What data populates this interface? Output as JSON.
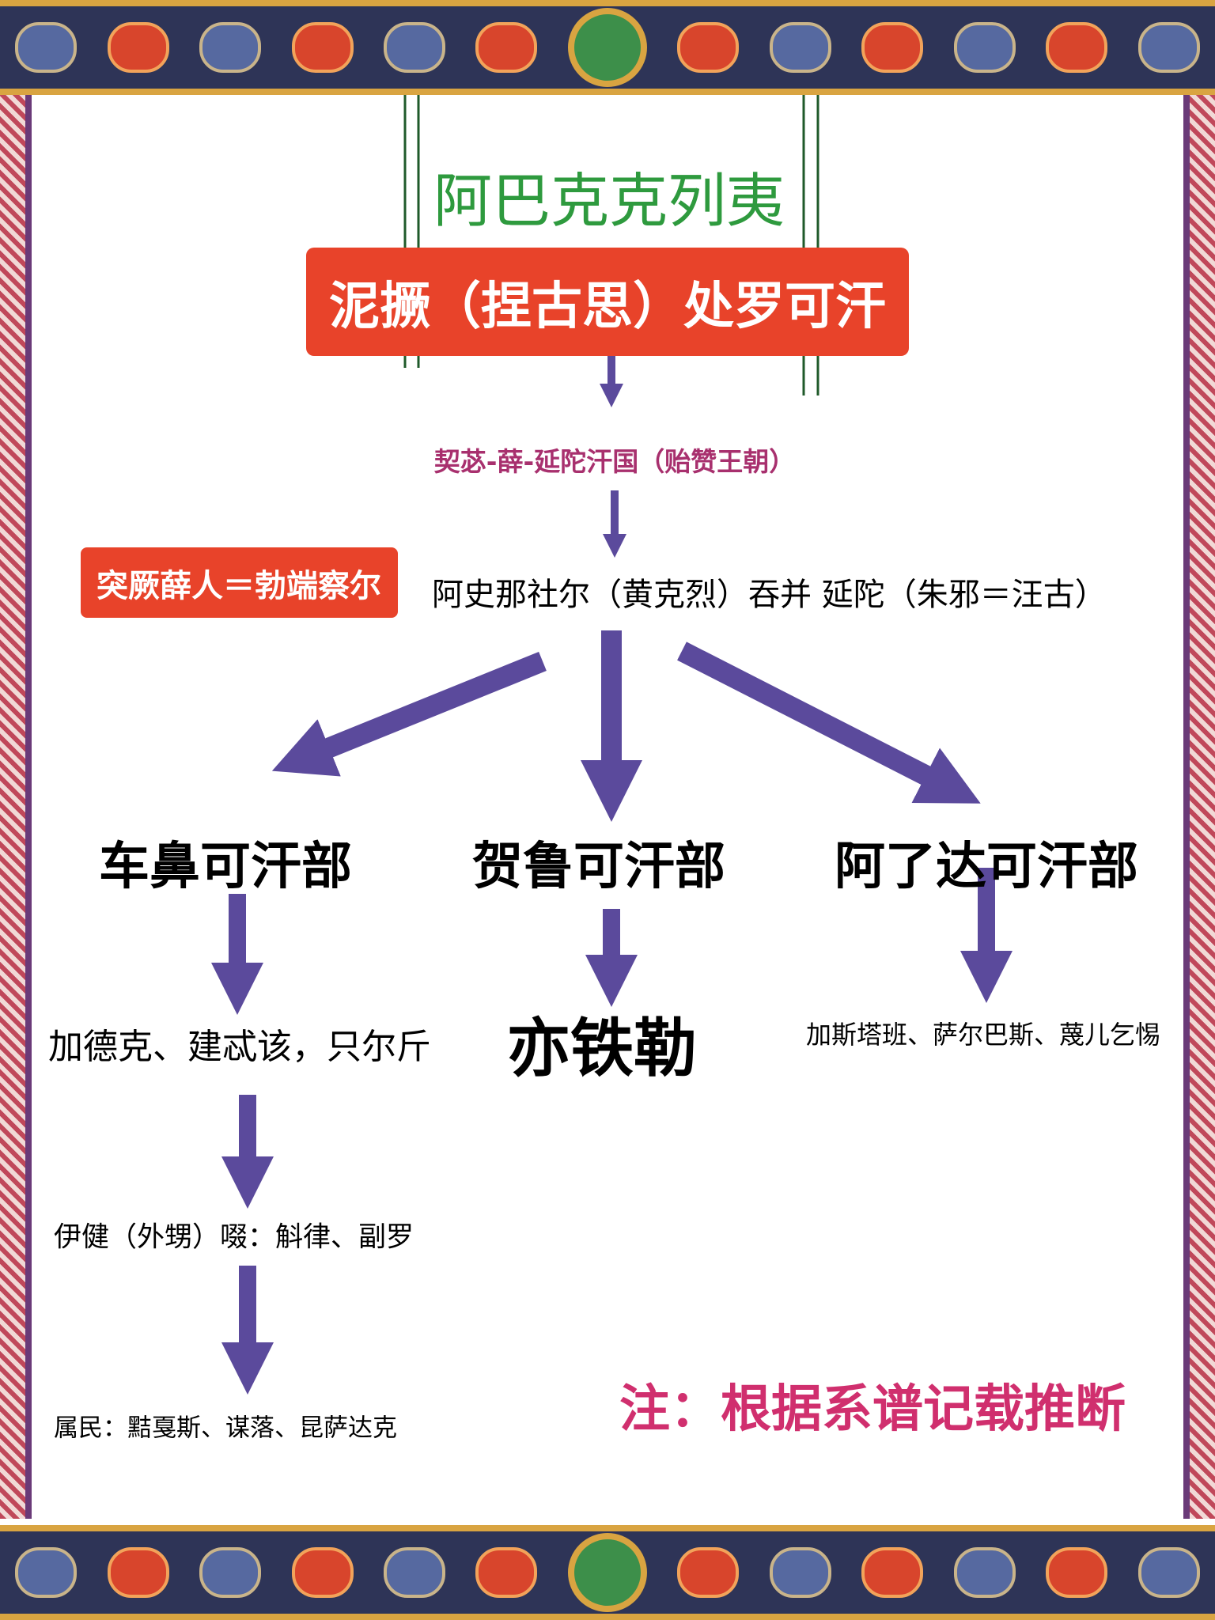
{
  "title": "阿巴克克列夷",
  "root": "泥撅（捏古思）处罗可汗",
  "khanate": "契苾-薛-延陀汗国（贻赞王朝）",
  "badge": "突厥薛人＝勃端察尔",
  "main_line": "阿史那社尔（黄克烈）吞并 延陀（朱邪＝汪古）",
  "branches": [
    {
      "name": "车鼻可汗部",
      "child": "加德克、建忒该，只尔斤"
    },
    {
      "name": "贺鲁可汗部",
      "child": "亦铁勒"
    },
    {
      "name": "阿了达可汗部",
      "child": "加斯塔班、萨尔巴斯、蔑儿乞惕"
    }
  ],
  "sub_1": "伊健（外甥）啜：斛律、副罗",
  "sub_2": "属民：黠戛斯、谋落、昆萨达克",
  "note": "注：根据系谱记载推断",
  "colors": {
    "arrow": "#5b4a9c",
    "title": "#2e9a3e",
    "red_box": "#e8432a",
    "magenta": "#a8306e",
    "note": "#d02f6e"
  }
}
